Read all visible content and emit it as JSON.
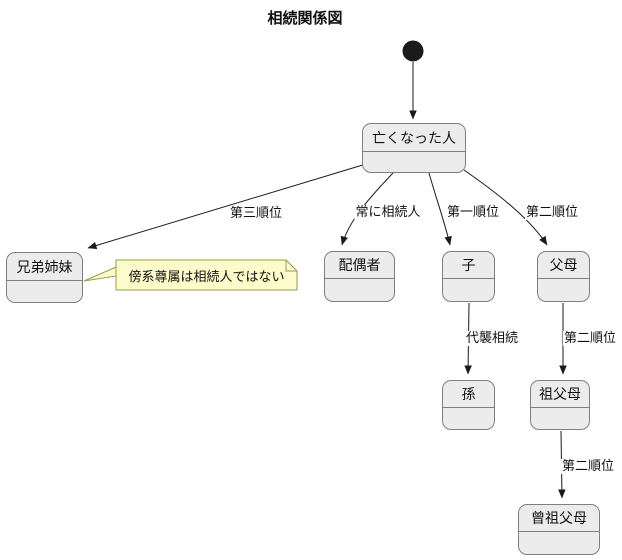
{
  "title": "相続関係図",
  "colors": {
    "background": "#ffffff",
    "node_fill": "#ececec",
    "node_border": "#7f7f7f",
    "edge_line": "#1a1a1a",
    "note_fill": "#fcfccb",
    "note_border": "#9a9a4c",
    "text": "#111111",
    "edge_label_background": "#ffffff"
  },
  "nodes": {
    "deceased": {
      "label": "亡くなった人"
    },
    "siblings": {
      "label": "兄弟姉妹"
    },
    "spouse": {
      "label": "配偶者"
    },
    "child": {
      "label": "子"
    },
    "parents": {
      "label": "父母"
    },
    "grandchild": {
      "label": "孫"
    },
    "grandparents": {
      "label": "祖父母"
    },
    "great_grandparents": {
      "label": "曾祖父母"
    }
  },
  "edges": {
    "start_to_deceased": {
      "label": ""
    },
    "deceased_to_siblings": {
      "label": "第三順位"
    },
    "deceased_to_spouse": {
      "label": "常に相続人"
    },
    "deceased_to_child": {
      "label": "第一順位"
    },
    "deceased_to_parents": {
      "label": "第二順位"
    },
    "child_to_grandchild": {
      "label": "代襲相続"
    },
    "parents_to_grandparents": {
      "label": "第二順位"
    },
    "grandparents_to_great_grandparents": {
      "label": "第二順位"
    }
  },
  "note": {
    "text": "傍系尊属は相続人ではない"
  }
}
